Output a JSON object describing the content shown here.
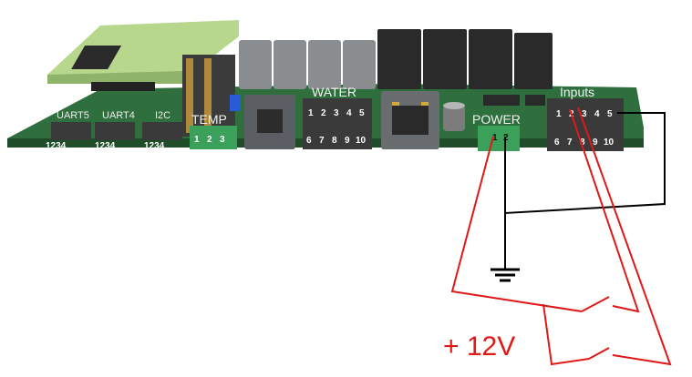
{
  "colors": {
    "pcb": "#2f6f3e",
    "pcb_edge": "#1f4d2a",
    "daughter_board": "#b7d88c",
    "relay_gray": "#8a8d90",
    "relay_black": "#2a2a2a",
    "terminal_green": "#3aa05a",
    "connector": "#3a3a3a",
    "wire_red": "#e01818",
    "wire_black": "#000000"
  },
  "board": {
    "uart5": {
      "label": "UART5",
      "pins": "1234"
    },
    "uart4": {
      "label": "UART4",
      "pins": "1234"
    },
    "i2c": {
      "label": "I2C",
      "pins": "1234"
    },
    "temp": {
      "label": "TEMP",
      "pins": [
        "1",
        "2",
        "3"
      ]
    },
    "water": {
      "label": "WATER",
      "pins_top": [
        "1",
        "2",
        "3",
        "4",
        "5"
      ],
      "pins_bottom": [
        "6",
        "7",
        "8",
        "9",
        "10"
      ]
    },
    "power": {
      "label": "POWER",
      "pins": [
        "1",
        "2"
      ]
    },
    "inputs": {
      "label": "Inputs",
      "pins_top": [
        "1",
        "2",
        "3",
        "4",
        "5"
      ],
      "pins_bottom": [
        "6",
        "7",
        "8",
        "9",
        "10"
      ]
    }
  },
  "wiring": {
    "supply_label": "+ 12V"
  }
}
